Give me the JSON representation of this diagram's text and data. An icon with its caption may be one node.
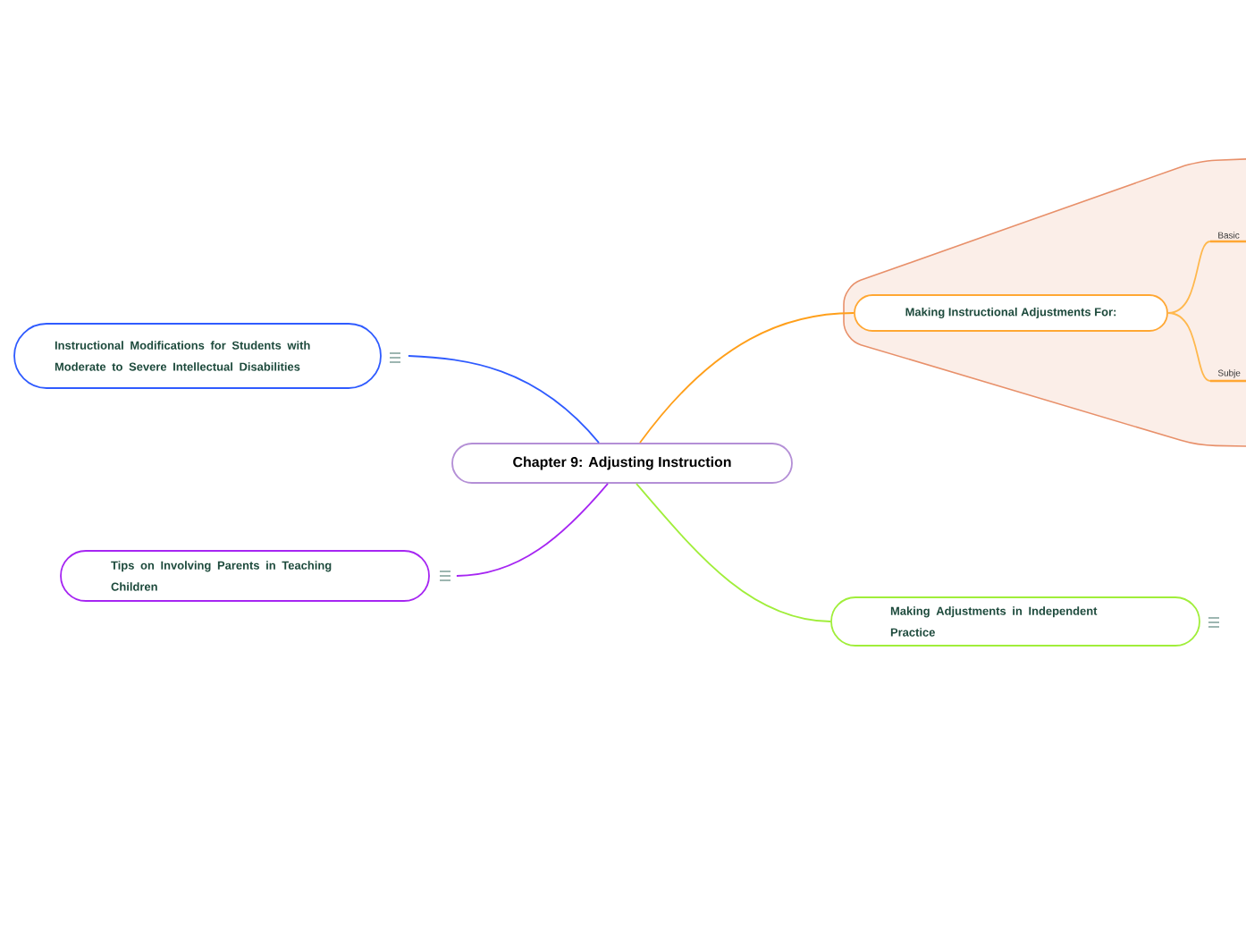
{
  "diagram": {
    "nodes": [
      {
        "text": [
          "Chapter 9: Adjusting Instruction"
        ]
      },
      {
        "text": [
          "Instructional Modifications for Students with Moderate to Severe Intellectual Disabilities"
        ]
      },
      {
        "text": [
          "Tips on Involving Parents in Teaching Children"
        ]
      },
      {
        "text": [
          "Making Instructional Adjustments For:"
        ]
      },
      {
        "text": [
          "Making Adjustments in Independent Practice"
        ]
      },
      {
        "text": [
          "Basic"
        ]
      },
      {
        "text": [
          "Subje"
        ]
      }
    ],
    "edges": [
      {
        "from": 0,
        "to": 1,
        "arrow": "none",
        "color": "#2f5bff"
      },
      {
        "from": 0,
        "to": 2,
        "arrow": "none",
        "color": "#a626f2"
      },
      {
        "from": 0,
        "to": 3,
        "arrow": "none",
        "color": "#ff9f1a"
      },
      {
        "from": 0,
        "to": 4,
        "arrow": "none",
        "color": "#a0ee3a"
      },
      {
        "from": 3,
        "to": 5,
        "arrow": "none",
        "color": "#ffb84d"
      },
      {
        "from": 3,
        "to": 6,
        "arrow": "none",
        "color": "#ffb84d"
      }
    ]
  }
}
